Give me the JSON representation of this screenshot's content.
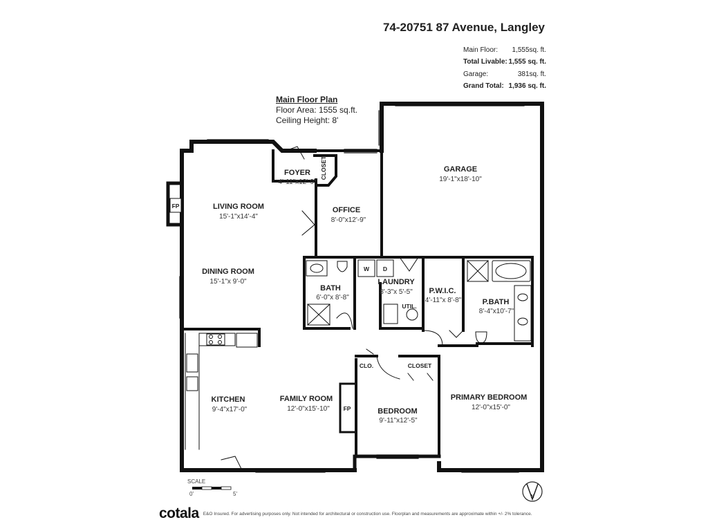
{
  "header": {
    "address": "74-20751 87 Avenue, Langley"
  },
  "areas": [
    {
      "label": "Main Floor:",
      "value": "1,555sq. ft.",
      "bold": false
    },
    {
      "label": "Total Livable:",
      "value": "1,555 sq. ft.",
      "bold": true
    },
    {
      "label": "Garage:",
      "value": "381sq. ft.",
      "bold": false
    },
    {
      "label": "Grand Total:",
      "value": "1,936 sq. ft.",
      "bold": true
    }
  ],
  "plan_info": {
    "heading": "Main Floor Plan",
    "floor_area": "Floor Area: 1555 sq.ft.",
    "ceiling": "Ceiling Height: 8'"
  },
  "rooms": {
    "garage": {
      "name": "GARAGE",
      "dim": "19'-1\"x18'-10\""
    },
    "foyer": {
      "name": "FOYER",
      "dim": "4'-11\"x12'-9\""
    },
    "living": {
      "name": "LIVING ROOM",
      "dim": "15'-1\"x14'-4\""
    },
    "office": {
      "name": "OFFICE",
      "dim": "8'-0\"x12'-9\""
    },
    "dining": {
      "name": "DINING ROOM",
      "dim": "15'-1\"x 9'-0\""
    },
    "bath": {
      "name": "BATH",
      "dim": "6'-0\"x 8'-8\""
    },
    "laundry": {
      "name": "LAUNDRY",
      "dim": "8'-3\"x 5'-5\""
    },
    "pwic": {
      "name": "P.W.I.C.",
      "dim": "4'-11\"x 8'-8\""
    },
    "pbath": {
      "name": "P.BATH",
      "dim": "8'-4\"x10'-7\""
    },
    "kitchen": {
      "name": "KITCHEN",
      "dim": "9'-4\"x17'-0\""
    },
    "family": {
      "name": "FAMILY ROOM",
      "dim": "12'-0\"x15'-10\""
    },
    "bedroom": {
      "name": "BEDROOM",
      "dim": "9'-11\"x12'-5\""
    },
    "primary": {
      "name": "PRIMARY BEDROOM",
      "dim": "12'-0\"x15'-0\""
    }
  },
  "labels": {
    "closet_vertical": "CLOSET",
    "clo": "CLO.",
    "closet": "CLOSET",
    "util": "UTIL.",
    "washer": "W",
    "dryer": "D",
    "fp": "FP"
  },
  "scale": {
    "label": "SCALE",
    "zero": "0'",
    "five": "5'"
  },
  "compass": {
    "north": "N"
  },
  "footer": {
    "brand": "cotala",
    "disclaimer": "E&O Insured. For advertising purposes only. Not intended for architectural or construction use. Floorplan and measurements are approximate within +/- 2% tolerance."
  }
}
